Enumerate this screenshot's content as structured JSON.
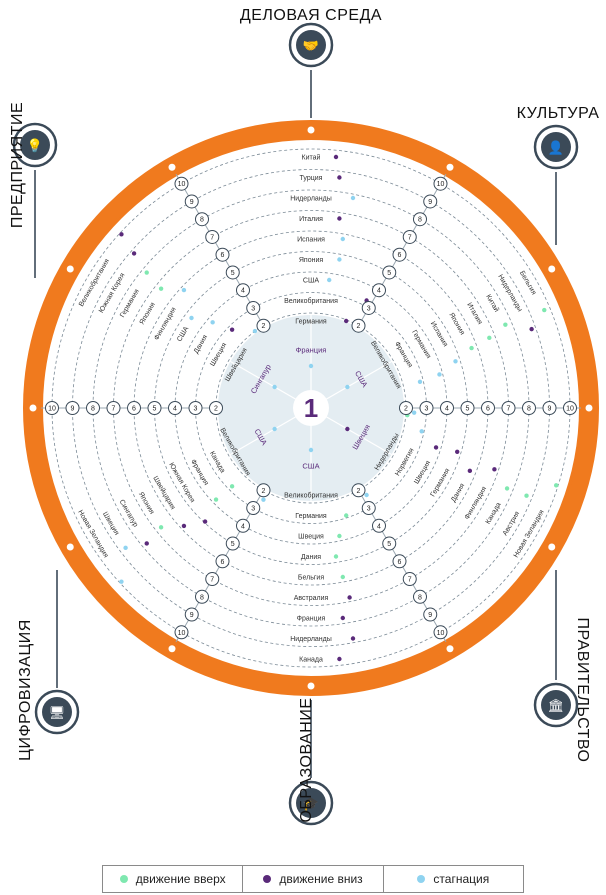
{
  "colors": {
    "up": "#7fe8b0",
    "down": "#5a2a7a",
    "stagnation": "#8fd3f0",
    "ring": "#f07a1e",
    "icon": "#3b4a58",
    "center": "#e4edf2"
  },
  "center_label": "1",
  "sectors": [
    {
      "key": "business",
      "title": "ДЕЛОВАЯ СРЕДА",
      "icon": "handshake-icon"
    },
    {
      "key": "culture",
      "title": "КУЛЬТУРА",
      "icon": "person-map-icon"
    },
    {
      "key": "government",
      "title": "ПРАВИТЕЛЬСТВО",
      "icon": "building-icon"
    },
    {
      "key": "education",
      "title": "ОБРАЗОВАНИЕ",
      "icon": "graduation-cap-icon"
    },
    {
      "key": "digital",
      "title": "ЦИФРОВИЗАЦИЯ",
      "icon": "devices-icon"
    },
    {
      "key": "enterprise",
      "title": "ПРЕДПРИЯТИЕ",
      "icon": "lightbulb-icon"
    }
  ],
  "winners": [
    {
      "sector": "business",
      "country": "Франция",
      "trend": "stagnation"
    },
    {
      "sector": "culture",
      "country": "США",
      "trend": "stagnation"
    },
    {
      "sector": "government",
      "country": "Швеция",
      "trend": "down"
    },
    {
      "sector": "education",
      "country": "США",
      "trend": "stagnation"
    },
    {
      "sector": "digital",
      "country": "США",
      "trend": "stagnation"
    },
    {
      "sector": "enterprise",
      "country": "Сингапур",
      "trend": "stagnation"
    }
  ],
  "rankings": {
    "business": [
      {
        "rank": 2,
        "country": "Германия",
        "trend": "down"
      },
      {
        "rank": 3,
        "country": "Великобритания",
        "trend": "down"
      },
      {
        "rank": 4,
        "country": "США",
        "trend": "stagnation"
      },
      {
        "rank": 5,
        "country": "Япония",
        "trend": "stagnation"
      },
      {
        "rank": 6,
        "country": "Испания",
        "trend": "stagnation"
      },
      {
        "rank": 7,
        "country": "Италия",
        "trend": "down"
      },
      {
        "rank": 8,
        "country": "Нидерланды",
        "trend": "stagnation"
      },
      {
        "rank": 9,
        "country": "Турция",
        "trend": "down"
      },
      {
        "rank": 10,
        "country": "Китай",
        "trend": "down"
      }
    ],
    "culture": [
      {
        "rank": 2,
        "country": "Великобритания",
        "trend": "stagnation"
      },
      {
        "rank": 3,
        "country": "Франция",
        "trend": "stagnation"
      },
      {
        "rank": 4,
        "country": "Германия",
        "trend": "stagnation"
      },
      {
        "rank": 5,
        "country": "Испания",
        "trend": "stagnation"
      },
      {
        "rank": 6,
        "country": "Япония",
        "trend": "up"
      },
      {
        "rank": 7,
        "country": "Италия",
        "trend": "up"
      },
      {
        "rank": 8,
        "country": "Китай",
        "trend": "up"
      },
      {
        "rank": 9,
        "country": "Нидерланды",
        "trend": "down"
      },
      {
        "rank": 10,
        "country": "Бельгия",
        "trend": "up"
      }
    ],
    "government": [
      {
        "rank": 2,
        "country": "Нидерланды",
        "trend": "up"
      },
      {
        "rank": 3,
        "country": "Норвегия",
        "trend": "stagnation"
      },
      {
        "rank": 4,
        "country": "Швеция",
        "trend": "down"
      },
      {
        "rank": 5,
        "country": "Германия",
        "trend": "down"
      },
      {
        "rank": 6,
        "country": "Дания",
        "trend": "down"
      },
      {
        "rank": 7,
        "country": "Финляндия",
        "trend": "down"
      },
      {
        "rank": 8,
        "country": "Канада",
        "trend": "up"
      },
      {
        "rank": 9,
        "country": "Австрия",
        "trend": "up"
      },
      {
        "rank": 10,
        "country": "Новая Зеландия",
        "trend": "up"
      }
    ],
    "education": [
      {
        "rank": 2,
        "country": "Великобритания",
        "trend": "stagnation"
      },
      {
        "rank": 3,
        "country": "Германия",
        "trend": "up"
      },
      {
        "rank": 4,
        "country": "Швеция",
        "trend": "up"
      },
      {
        "rank": 5,
        "country": "Дания",
        "trend": "up"
      },
      {
        "rank": 6,
        "country": "Бельгия",
        "trend": "up"
      },
      {
        "rank": 7,
        "country": "Австралия",
        "trend": "down"
      },
      {
        "rank": 8,
        "country": "Франция",
        "trend": "down"
      },
      {
        "rank": 9,
        "country": "Нидерланды",
        "trend": "down"
      },
      {
        "rank": 10,
        "country": "Канада",
        "trend": "down"
      }
    ],
    "digital": [
      {
        "rank": 2,
        "country": "Великобритания",
        "trend": "stagnation"
      },
      {
        "rank": 3,
        "country": "Канада",
        "trend": "up"
      },
      {
        "rank": 4,
        "country": "Франция",
        "trend": "up"
      },
      {
        "rank": 5,
        "country": "Южная Корея",
        "trend": "down"
      },
      {
        "rank": 6,
        "country": "Швейцария",
        "trend": "down"
      },
      {
        "rank": 7,
        "country": "Япония",
        "trend": "up"
      },
      {
        "rank": 8,
        "country": "Сингапур",
        "trend": "down"
      },
      {
        "rank": 9,
        "country": "Швеция",
        "trend": "stagnation"
      },
      {
        "rank": 10,
        "country": "Новая Зеландия",
        "trend": "stagnation"
      }
    ],
    "enterprise": [
      {
        "rank": 2,
        "country": "Швейцария",
        "trend": "stagnation"
      },
      {
        "rank": 3,
        "country": "Швеция",
        "trend": "down"
      },
      {
        "rank": 4,
        "country": "Дания",
        "trend": "stagnation"
      },
      {
        "rank": 5,
        "country": "США",
        "trend": "stagnation"
      },
      {
        "rank": 6,
        "country": "Финляндия",
        "trend": "stagnation"
      },
      {
        "rank": 7,
        "country": "Япония",
        "trend": "up"
      },
      {
        "rank": 8,
        "country": "Германия",
        "trend": "up"
      },
      {
        "rank": 9,
        "country": "Южная Корея",
        "trend": "down"
      },
      {
        "rank": 10,
        "country": "Великобритания",
        "trend": "down"
      }
    ]
  },
  "legend": [
    {
      "label": "движение вверх",
      "trend": "up"
    },
    {
      "label": "движение вниз",
      "trend": "down"
    },
    {
      "label": "стагнация",
      "trend": "stagnation"
    }
  ]
}
